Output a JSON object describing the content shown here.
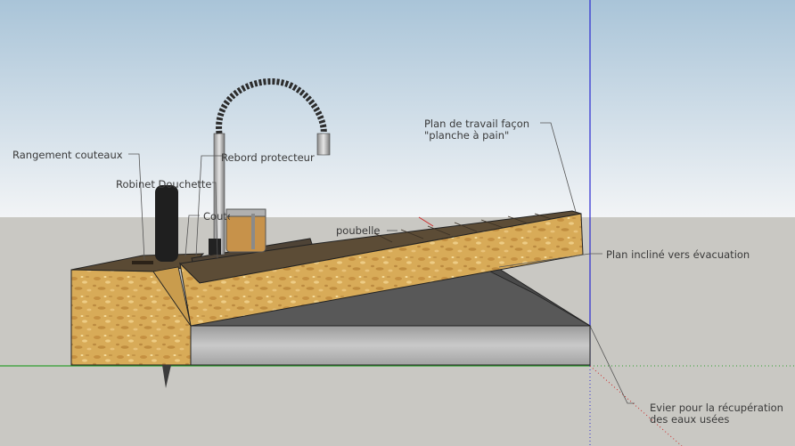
{
  "scene": {
    "sky_top_color": "#a9c4d8",
    "sky_bottom_color": "#f2f4f6",
    "ground_color": "#c9c8c3",
    "green_axis_color": "#2e9e2e",
    "blue_axis_color": "#2a2ad0",
    "red_axis_color": "#cc2a2a",
    "osb_color": "#d7a956",
    "steel_color": "#5d5d5d"
  },
  "labels": {
    "rangement_couteaux": "Rangement couteaux",
    "robinet_douchette": "Robinet Douchette",
    "rebord_protecteur": "Rebord protecteur",
    "couteaux": "Couteaux",
    "poubelle": "poubelle",
    "plan_travail_line1": "Plan de travail façon",
    "plan_travail_line2": "\"planche à pain\"",
    "plan_incline": "Plan incliné vers évacuation",
    "evier_line1": "Evier pour la récupération",
    "evier_line2": "des eaux usées"
  }
}
